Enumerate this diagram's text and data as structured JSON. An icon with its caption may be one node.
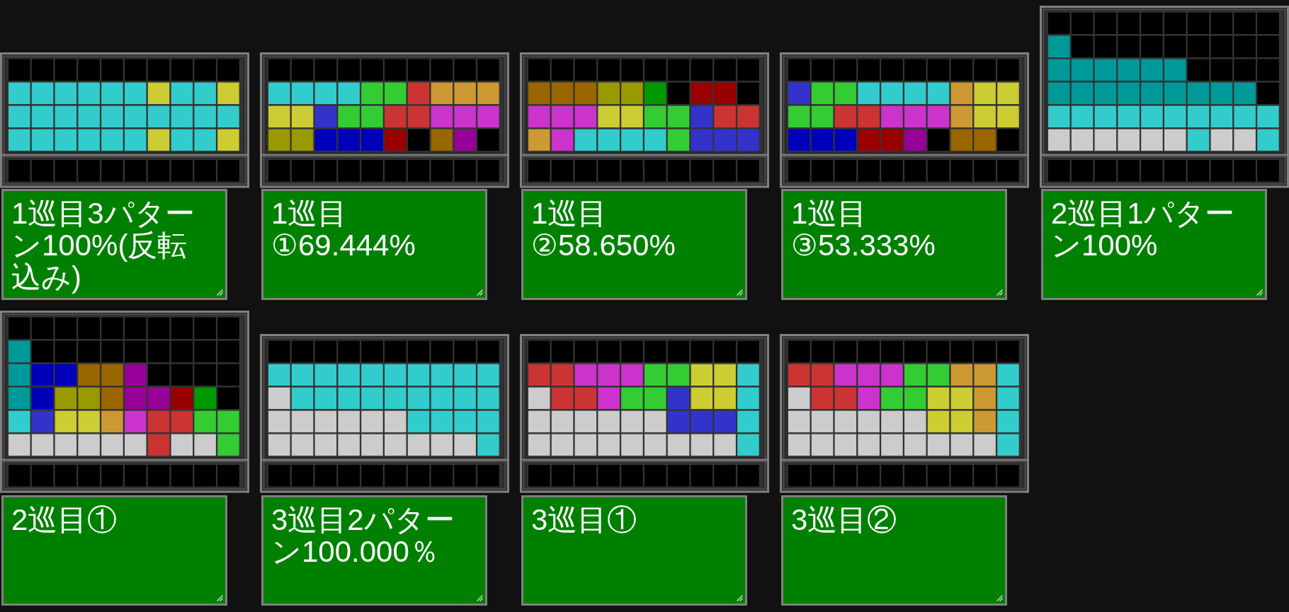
{
  "diagram": {
    "nodes": [
      {
        "text": [
          "1巡目3パターン100%(反転込み)"
        ]
      },
      {
        "text": [
          "1巡目",
          "①69.444%"
        ]
      },
      {
        "text": [
          "1巡目",
          "②58.650%"
        ]
      },
      {
        "text": [
          "1巡目",
          "③53.333%"
        ]
      },
      {
        "text": [
          "2巡目1パターン100%"
        ]
      },
      {
        "text": [
          "2巡目①"
        ]
      },
      {
        "text": [
          "3巡目2パターン100.000％"
        ]
      },
      {
        "text": [
          "3巡目①"
        ]
      },
      {
        "text": [
          "3巡目②"
        ]
      }
    ]
  }
}
